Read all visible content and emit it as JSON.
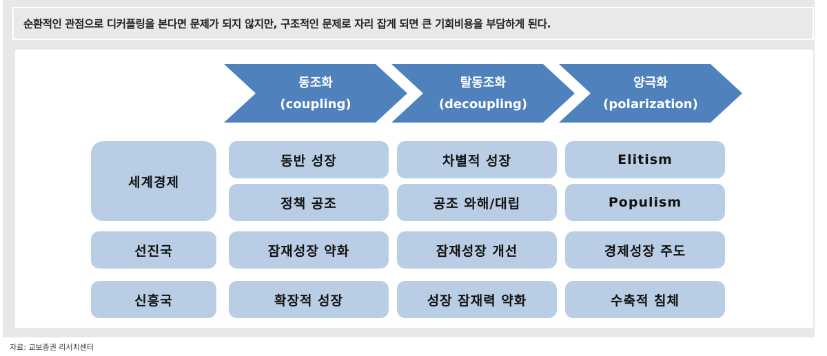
{
  "header": {
    "text": "순환적인 관점으로 디커플링을 본다면 문제가 되지 않지만, 구조적인 문제로 자리 잡게 되면 큰 기회비용을 부담하게 된다."
  },
  "colors": {
    "chevron": "#4f81bd",
    "cell": "#b9cde5",
    "background": "#e8e8e8"
  },
  "phases": [
    {
      "title": "동조화",
      "subtitle": "(coupling)"
    },
    {
      "title": "탈동조화",
      "subtitle": "(decoupling)"
    },
    {
      "title": "양극화",
      "subtitle": "(polarization)"
    }
  ],
  "rows": [
    {
      "label": "세계경제",
      "cells": [
        [
          "동반 성장",
          "정책 공조"
        ],
        [
          "차별적 성장",
          "공조 와해/대립"
        ],
        [
          "Elitism",
          "Populism"
        ]
      ]
    },
    {
      "label": "선진국",
      "cells": [
        "잠재성장 약화",
        "잠재성장 개선",
        "경제성장 주도"
      ]
    },
    {
      "label": "신흥국",
      "cells": [
        "확장적 성장",
        "성장 잠재력 약화",
        "수축적 침체"
      ]
    }
  ],
  "source": "자료: 교보증권 리서치센터"
}
